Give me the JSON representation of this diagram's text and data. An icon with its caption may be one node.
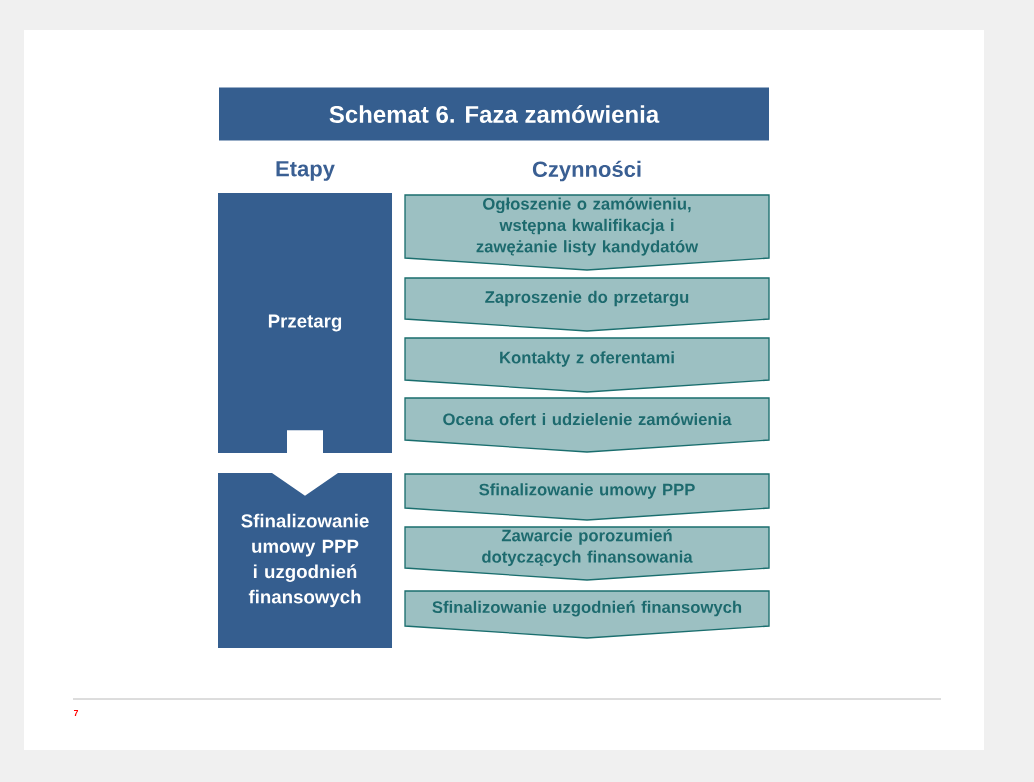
{
  "diagram": {
    "title": "Schemat 6. Faza zamówienia",
    "nodes": [
      {
        "text": [
          "Przetarg"
        ]
      },
      {
        "text": [
          "Sfinalizowanie umowy PPP i uzgodnień finansowych"
        ]
      },
      {
        "text": [
          "Ogłoszenie o zamówieniu, wstępna kwalifikacja i zawężanie listy kandydatów"
        ]
      },
      {
        "text": [
          "Zaproszenie do przetargu"
        ]
      },
      {
        "text": [
          "Kontakty z oferentami"
        ]
      },
      {
        "text": [
          "Ocena ofert i udzielenie zamówienia"
        ]
      },
      {
        "text": [
          "Sfinalizowanie umowy PPP"
        ]
      },
      {
        "text": [
          "Zawarcie porozumień dotyczących finansowania"
        ]
      },
      {
        "text": [
          "Sfinalizowanie uzgodnień finansowych"
        ]
      }
    ],
    "edges": [
      {
        "from": 0,
        "to": 1,
        "arrow": "to"
      }
    ],
    "labels": [
      "Etapy",
      "Czynności",
      "7"
    ]
  }
}
